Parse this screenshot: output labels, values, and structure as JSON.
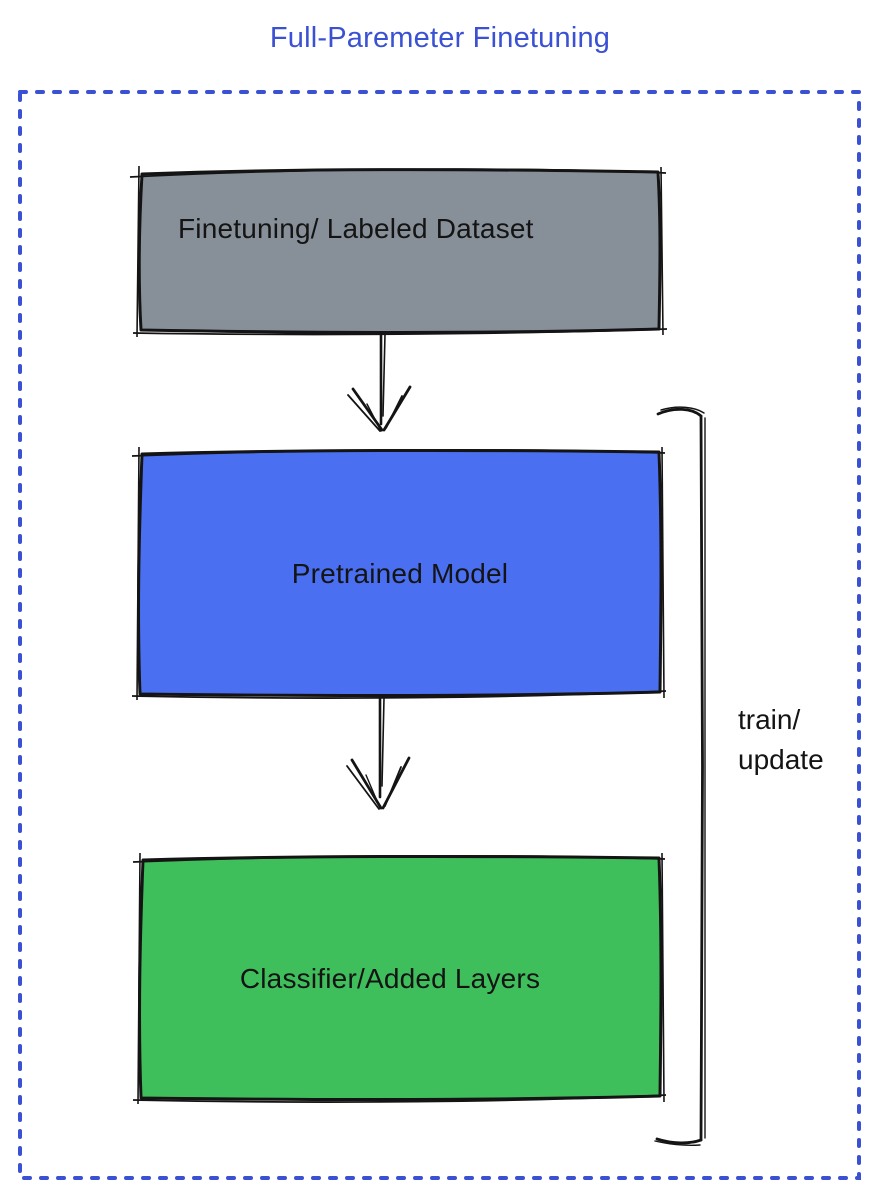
{
  "title": "Full-Paremeter Finetuning",
  "colors": {
    "title_text": "#3B51D3",
    "border_blue": "#3B51D3",
    "dataset_box": "#878F99",
    "pretrained_box": "#4A6FF0",
    "classifier_box": "#3FBE5C",
    "outline": "#141414",
    "label_text": "#141414"
  },
  "boxes": [
    {
      "label": "Finetuning/ Labeled Dataset"
    },
    {
      "label": "Pretrained Model"
    },
    {
      "label": "Classifier/Added Layers"
    }
  ],
  "bracket_label": {
    "line1": "train/",
    "line2": "update"
  }
}
